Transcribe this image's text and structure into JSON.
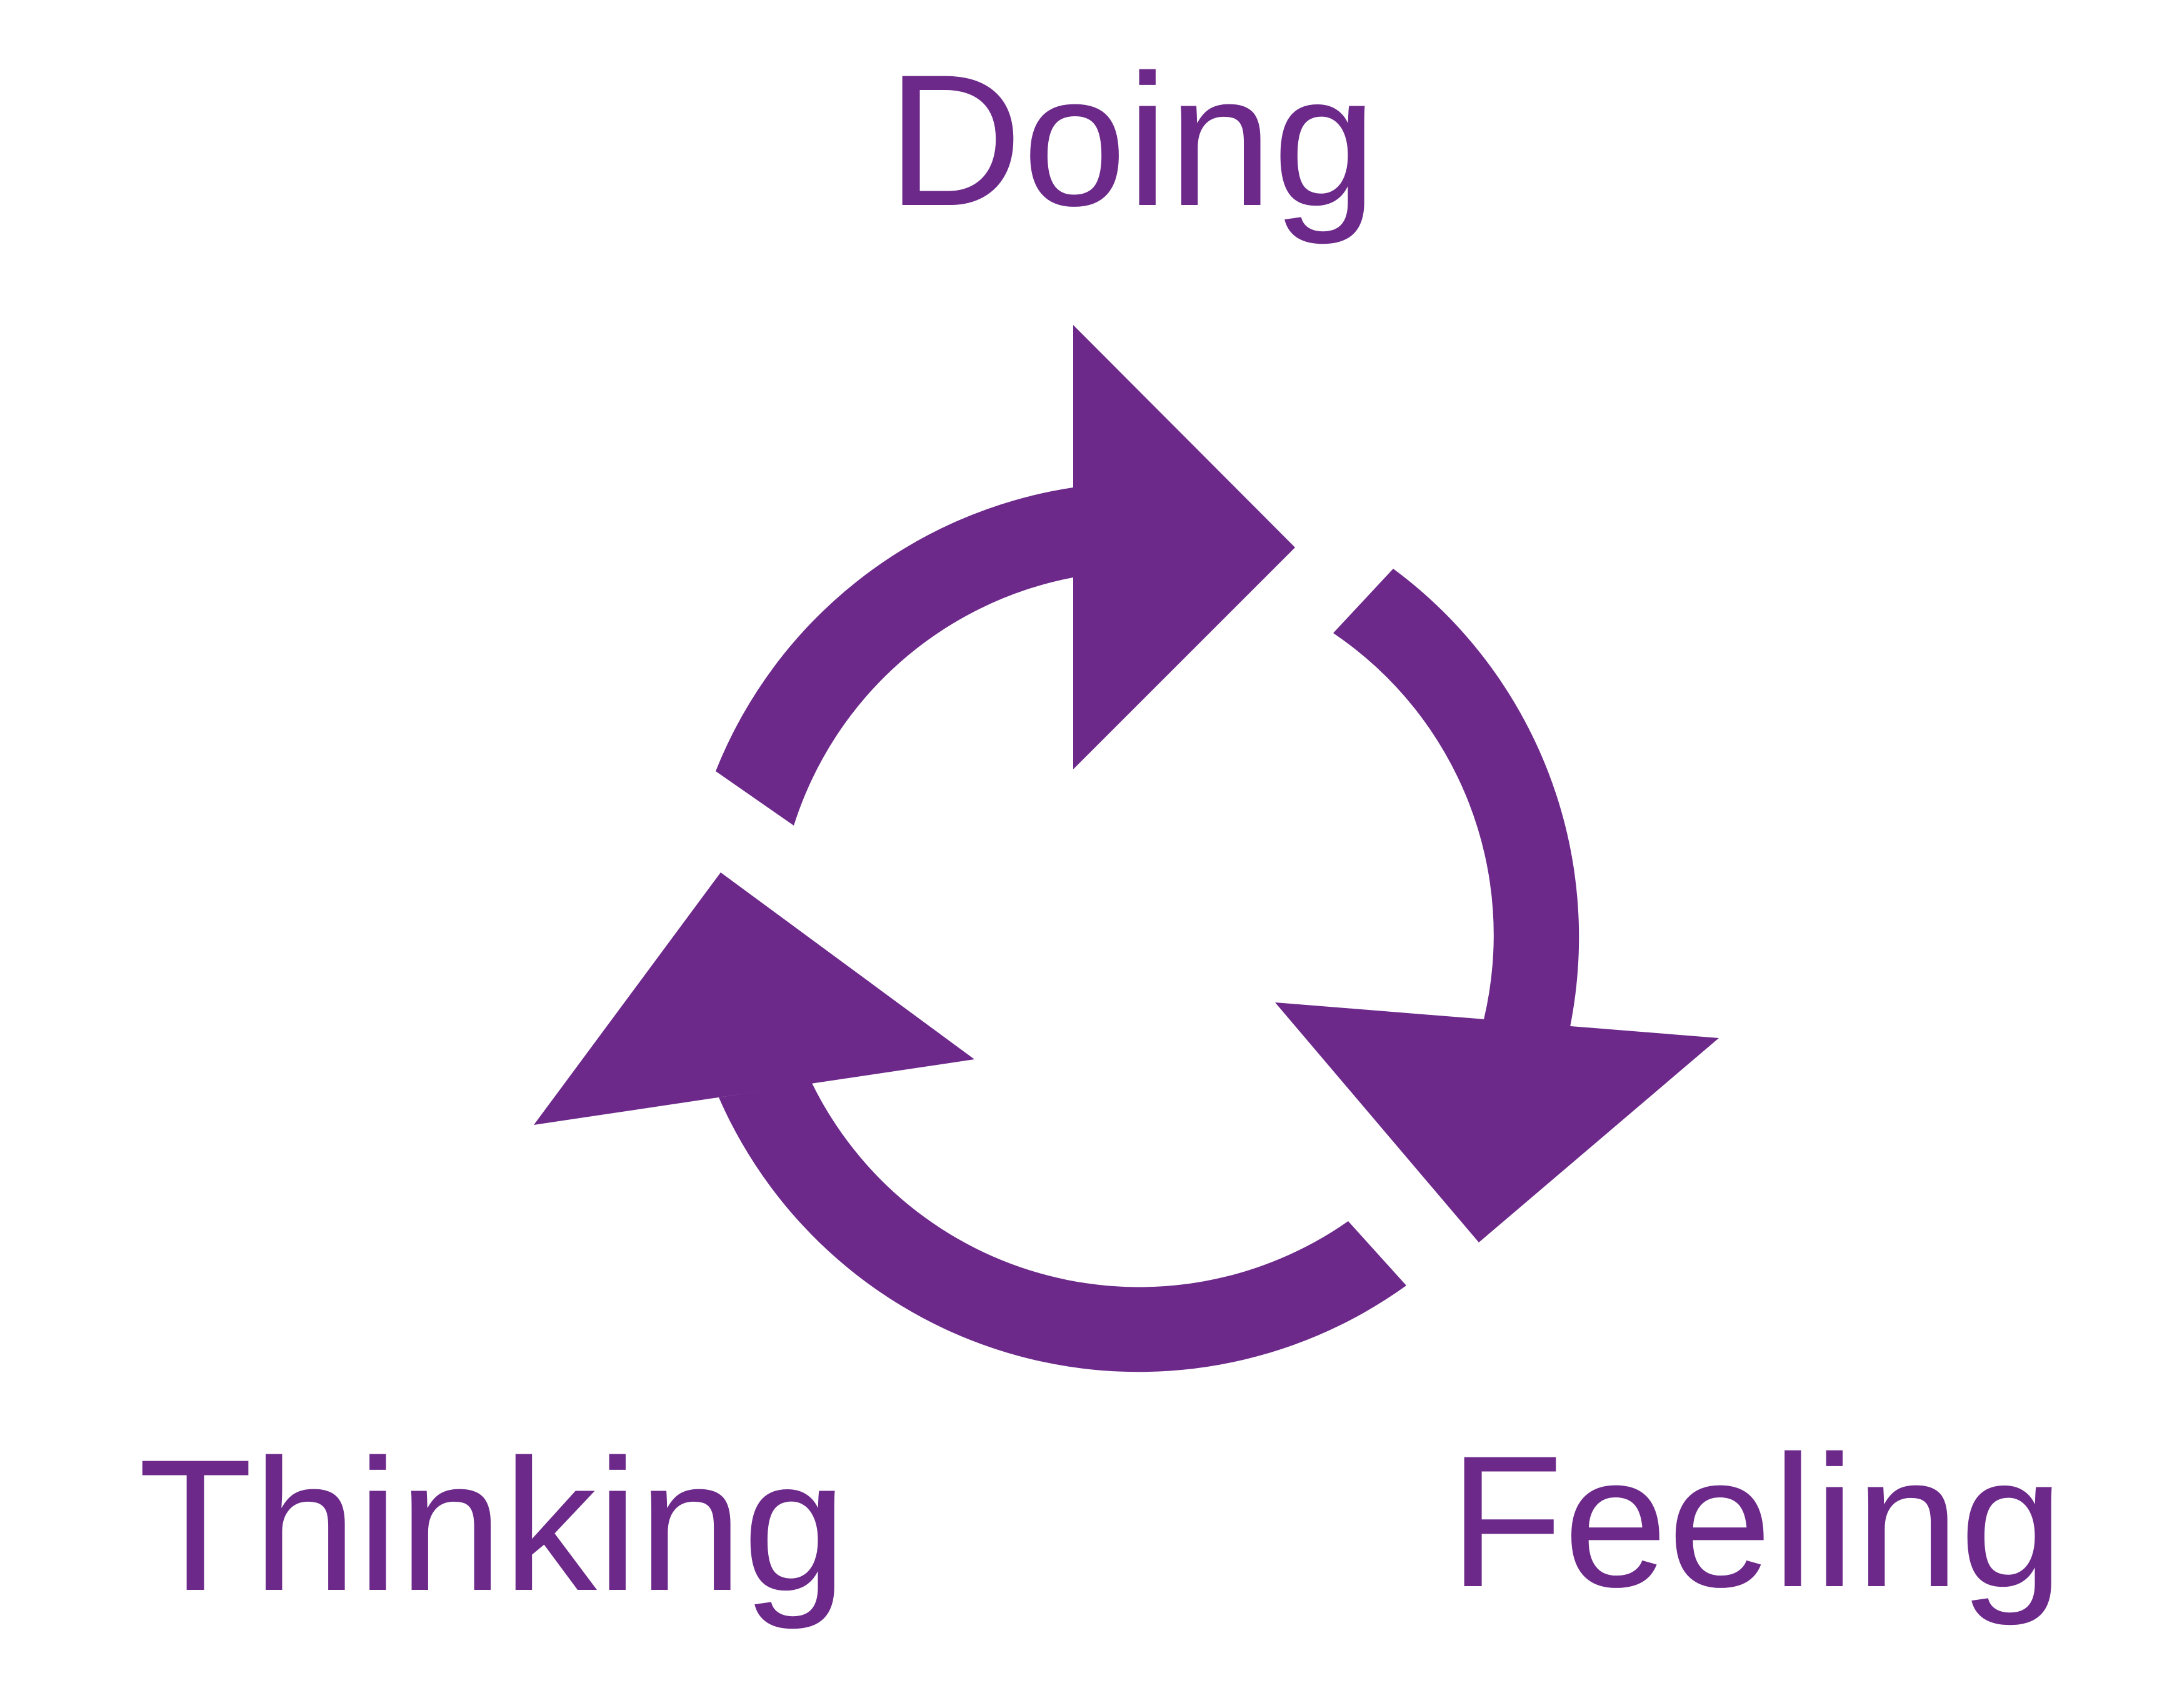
{
  "diagram": {
    "labels": {
      "doing": "Doing",
      "thinking": "Thinking",
      "feeling": "Feeling"
    },
    "colors": {
      "primary": "#6c298a",
      "background": "#ffffff"
    },
    "arrows": [
      {
        "from": "thinking",
        "to": "doing",
        "direction": "clockwise"
      },
      {
        "from": "doing",
        "to": "feeling",
        "direction": "clockwise"
      },
      {
        "from": "feeling",
        "to": "thinking",
        "direction": "clockwise"
      }
    ]
  }
}
